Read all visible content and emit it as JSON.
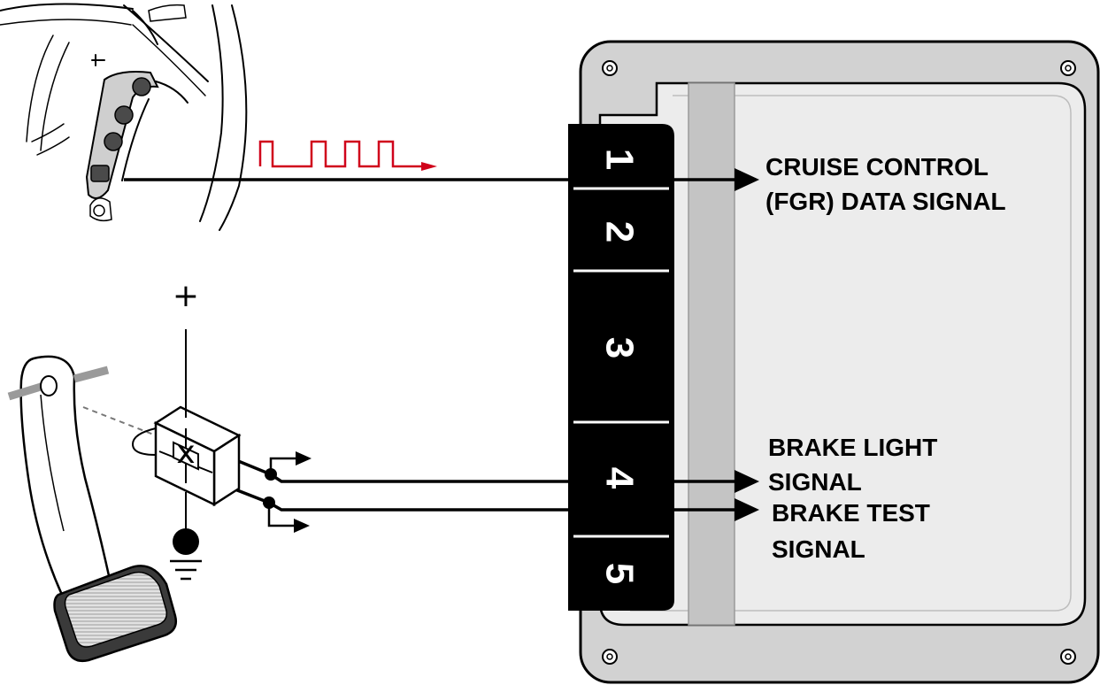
{
  "labels": {
    "cruise_line1": "CRUISE CONTROL",
    "cruise_line2": "(FGR) DATA SIGNAL",
    "brake_light_line1": "BRAKE LIGHT",
    "brake_light_line2": "SIGNAL",
    "brake_test_line1": "BRAKE TEST",
    "brake_test_line2": "SIGNAL"
  },
  "connector": {
    "pins": [
      "1",
      "2",
      "3",
      "4",
      "5"
    ]
  },
  "switch": {
    "supply_symbol": "+",
    "center_mark": "x"
  },
  "colors": {
    "module_frame": "#d2d2d2",
    "module_panel": "#ececec",
    "module_strip": "#c4c4c4",
    "connector": "#000000",
    "signal_pulse": "#d0021b",
    "ink": "#000000",
    "cable_grey": "#9a9a9a"
  },
  "icons": {
    "steering_wheel": "steering-wheel-icon",
    "brake_pedal": "brake-pedal-icon",
    "pulse_waveform": "square-wave-icon",
    "ground": "ground-icon"
  }
}
